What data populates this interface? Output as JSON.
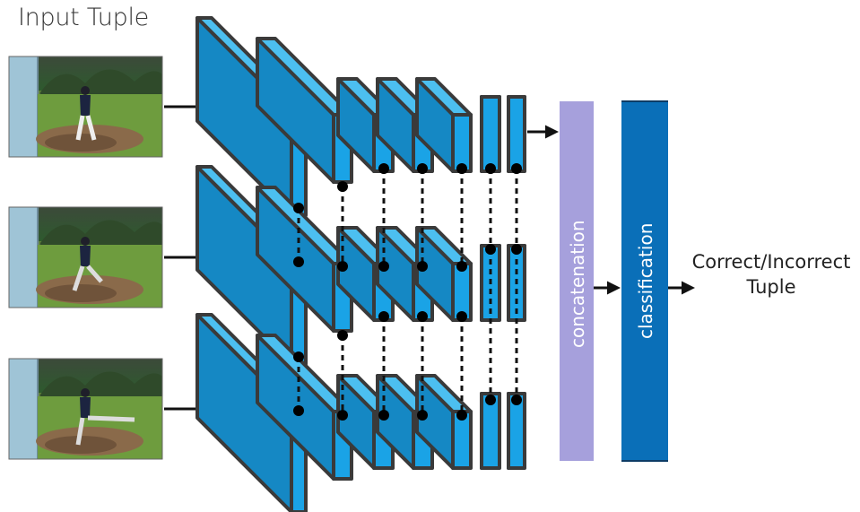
{
  "title": "Input Tuple",
  "concat_label": "concatenation",
  "class_label": "classification",
  "output_label_line1": "Correct/Incorrect",
  "output_label_line2": "Tuple",
  "colors": {
    "layer_fill": "#1aa3e6",
    "layer_side": "#1588c4",
    "layer_top": "#4cbff0",
    "layer_stroke": "#3a3a3a",
    "concat_fill": "#a6a0dc",
    "class_fill": "#0a6fb8",
    "arrow": "#111111"
  },
  "input_frames": [
    {
      "name": "input-frame-1",
      "pitcher_pose": "windup"
    },
    {
      "name": "input-frame-2",
      "pitcher_pose": "stride"
    },
    {
      "name": "input-frame-3",
      "pitcher_pose": "release"
    }
  ]
}
